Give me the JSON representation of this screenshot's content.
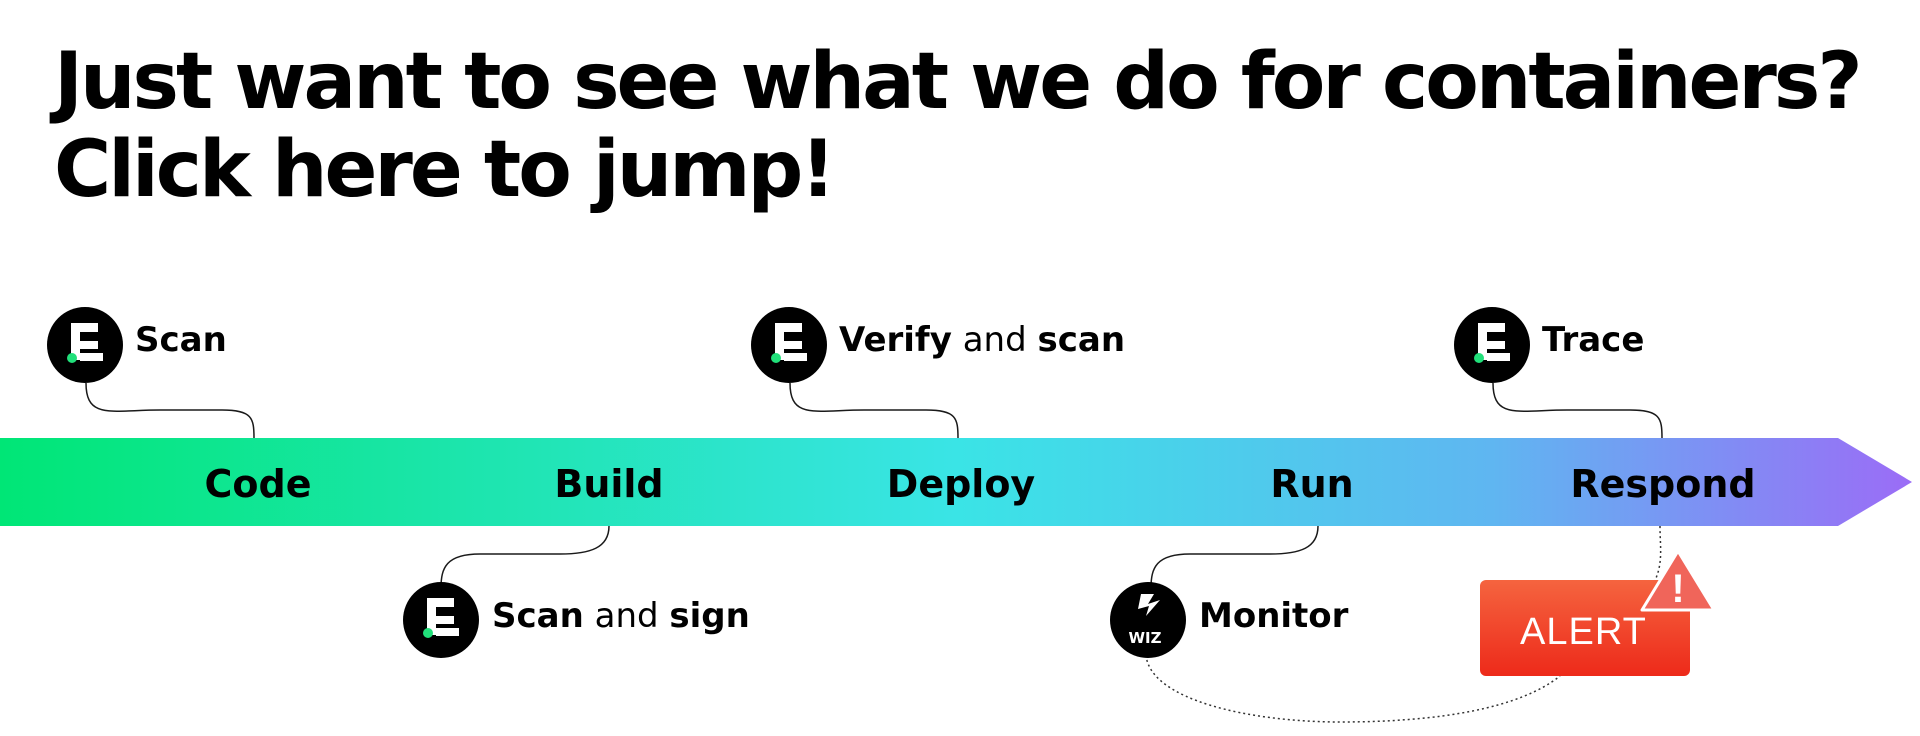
{
  "headline": {
    "line1": "Just want to see what we do for containers?",
    "line2": "Click here to jump!"
  },
  "stages": [
    "Code",
    "Build",
    "Deploy",
    "Run",
    "Respond"
  ],
  "steps": {
    "scan": {
      "bold1": "Scan"
    },
    "verify": {
      "bold1": "Verify",
      "normal": " and ",
      "bold2": "scan"
    },
    "trace": {
      "bold1": "Trace"
    },
    "scan_sign": {
      "bold1": "Scan",
      "normal": " and ",
      "bold2": "sign"
    },
    "monitor": {
      "bold1": "Monitor"
    }
  },
  "wiz_logo_text": "WIZ",
  "alert": {
    "label": "ALERT",
    "mark": "!"
  },
  "icons": {
    "chainguard": "chainguard-logo-icon",
    "wiz": "wiz-logo-icon",
    "warning": "warning-triangle-icon"
  },
  "colors": {
    "arrow_gradient": [
      "#00e676",
      "#3ae4e6",
      "#56c5f0",
      "#9b6cf6"
    ],
    "logo_dot": "#21e07a",
    "alert_red": "#f03a22",
    "warning_red": "#f0655a",
    "text": "#000000"
  }
}
